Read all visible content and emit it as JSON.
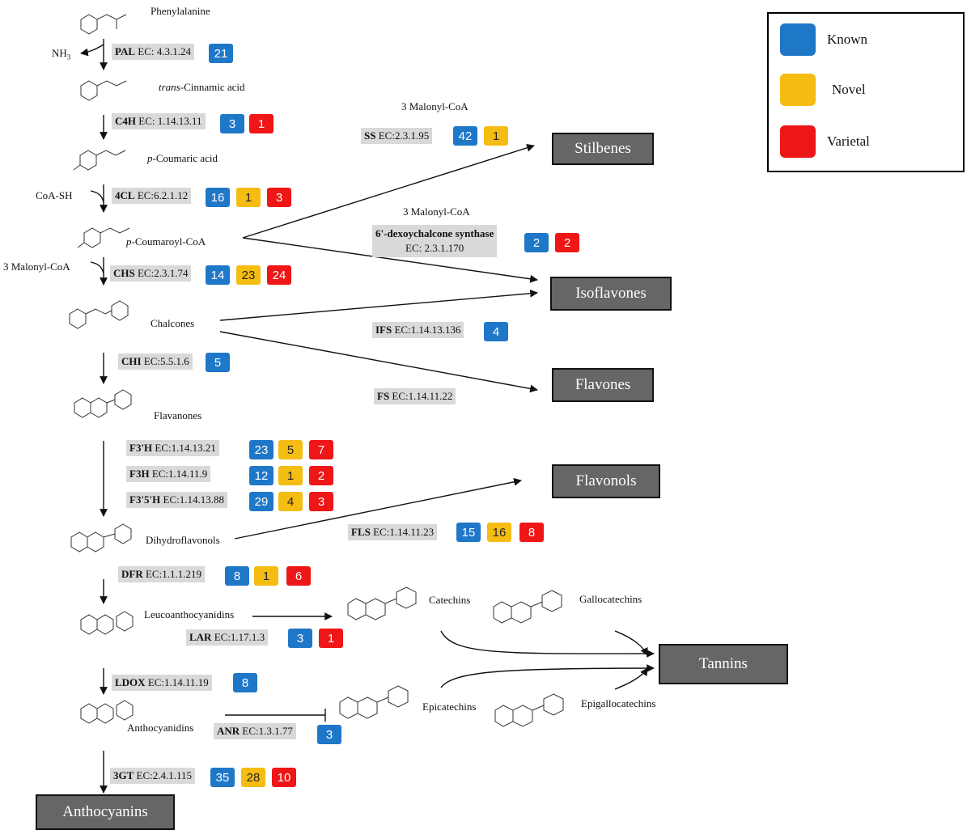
{
  "colors": {
    "known": "#1f77c8",
    "novel": "#f5bc12",
    "varietal": "#ee1616",
    "product_box": "#666666",
    "ec_label_bg": "#d9d9d9"
  },
  "legend": [
    {
      "label": "Known",
      "color": "#1f77c8"
    },
    {
      "label": "Novel",
      "color": "#f5bc12"
    },
    {
      "label": "Varietal",
      "color": "#ee1616"
    }
  ],
  "compounds": {
    "phenylalanine": "Phenylalanine",
    "cinnamic_prefix": "trans",
    "cinnamic_rest": "-Cinnamic acid",
    "coumaric_prefix": "p",
    "coumaric_rest": "-Coumaric acid",
    "coumaroyl_prefix": "p",
    "coumaroyl_rest": "-Coumaroyl-CoA",
    "chalcones": "Chalcones",
    "flavanones": "Flavanones",
    "dihydroflavonols": "Dihydroflavonols",
    "leucoanthocyanidins": "Leucoanthocyanidins",
    "anthocyanidins": "Anthocyanidins",
    "catechins": "Catechins",
    "gallocatechins": "Gallocatechins",
    "epicatechins": "Epicatechins",
    "epigallocatechins": "Epigallocatechins"
  },
  "cofactors": {
    "nh3_base": "NH",
    "nh3_sub": "3",
    "coa_sh": "CoA-SH",
    "malonyl_left": "3 Malonyl-CoA",
    "malonyl_ss": "3 Malonyl-CoA",
    "malonyl_dcs": "3 Malonyl-CoA"
  },
  "products": {
    "stilbenes": "Stilbenes",
    "isoflavones": "Isoflavones",
    "flavones": "Flavones",
    "flavonols": "Flavonols",
    "tannins": "Tannins",
    "anthocyanins": "Anthocyanins"
  },
  "enzymes": {
    "pal": {
      "name": "PAL",
      "ec": "EC: 4.3.1.24",
      "known": "21"
    },
    "c4h": {
      "name": "C4H",
      "ec": "EC: 1.14.13.11",
      "known": "3",
      "varietal": "1"
    },
    "cl4": {
      "name": "4CL",
      "ec": "EC:6.2.1.12",
      "known": "16",
      "novel": "1",
      "varietal": "3"
    },
    "chs": {
      "name": "CHS",
      "ec": "EC:2.3.1.74",
      "known": "14",
      "novel": "23",
      "varietal": "24"
    },
    "chi": {
      "name": "CHI",
      "ec": "EC:5.5.1.6",
      "known": "5"
    },
    "f3ph": {
      "name": "F3'H",
      "ec": "EC:1.14.13.21",
      "known": "23",
      "novel": "5",
      "varietal": "7"
    },
    "f3h": {
      "name": "F3H",
      "ec": "EC:1.14.11.9",
      "known": "12",
      "novel": "1",
      "varietal": "2"
    },
    "f35h": {
      "name": "F3'5'H",
      "ec": "EC:1.14.13.88",
      "known": "29",
      "novel": "4",
      "varietal": "3"
    },
    "dfr": {
      "name": "DFR",
      "ec": "EC:1.1.1.219",
      "known": "8",
      "novel": "1",
      "varietal": "6"
    },
    "lar": {
      "name": "LAR",
      "ec": "EC:1.17.1.3",
      "known": "3",
      "varietal": "1"
    },
    "ldox": {
      "name": "LDOX",
      "ec": "EC:1.14.11.19",
      "known": "8"
    },
    "anr": {
      "name": "ANR",
      "ec": "EC:1.3.1.77",
      "known": "3"
    },
    "gt3": {
      "name": "3GT",
      "ec": "EC:2.4.1.115",
      "known": "35",
      "novel": "28",
      "varietal": "10"
    },
    "ss": {
      "name": "SS",
      "ec": "EC:2.3.1.95",
      "known": "42",
      "novel": "1"
    },
    "dcs": {
      "name": "6'-dexoychalcone synthase",
      "ec": "EC: 2.3.1.170",
      "known": "2",
      "varietal": "2"
    },
    "ifs": {
      "name": "IFS",
      "ec": "EC:1.14.13.136",
      "known": "4"
    },
    "fs": {
      "name": "FS",
      "ec": "EC:1.14.11.22"
    },
    "fls": {
      "name": "FLS",
      "ec": "EC:1.14.11.23",
      "known": "15",
      "novel": "16",
      "varietal": "8"
    }
  }
}
